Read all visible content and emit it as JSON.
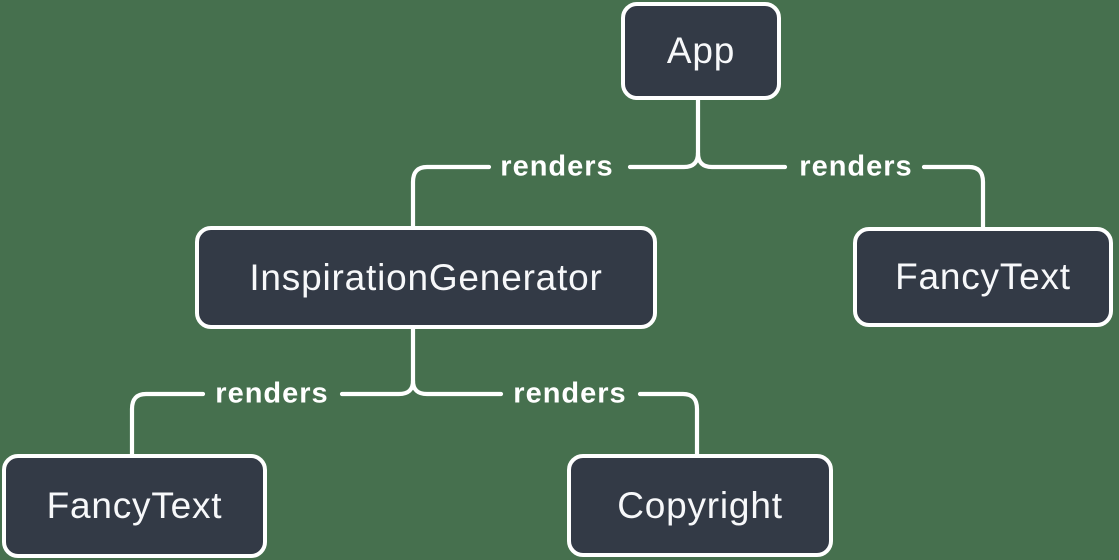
{
  "diagram": {
    "type": "component-render-tree",
    "background_color": "#46704E",
    "node_fill_color": "#333A46",
    "node_border_color": "#FFFFFF",
    "node_text_color": "#F7F8FA",
    "edge_color": "#FFFFFF",
    "nodes": [
      {
        "id": "app",
        "label": "App"
      },
      {
        "id": "inspiration-generator",
        "label": "InspirationGenerator"
      },
      {
        "id": "fancy-text-top",
        "label": "FancyText"
      },
      {
        "id": "fancy-text-bottom",
        "label": "FancyText"
      },
      {
        "id": "copyright",
        "label": "Copyright"
      }
    ],
    "edges": [
      {
        "from": "App",
        "to": "InspirationGenerator",
        "label": "renders"
      },
      {
        "from": "App",
        "to": "FancyText",
        "label": "renders"
      },
      {
        "from": "InspirationGenerator",
        "to": "FancyText",
        "label": "renders"
      },
      {
        "from": "InspirationGenerator",
        "to": "Copyright",
        "label": "renders"
      }
    ]
  }
}
